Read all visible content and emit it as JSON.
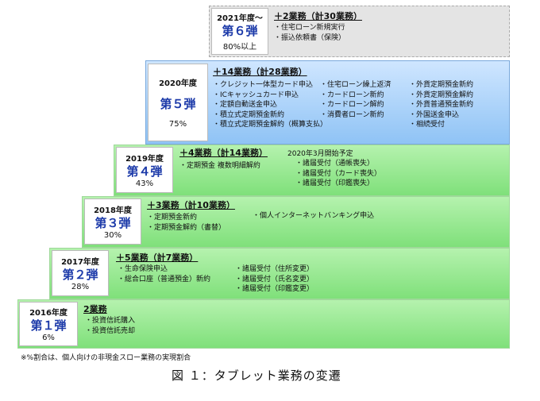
{
  "phases": [
    {
      "year": "2016年度",
      "phase": "第１弾",
      "percent": "6%",
      "title": "2業務",
      "cols": [
        [
          "・投資信託購入",
          "・投資信託売却"
        ]
      ]
    },
    {
      "year": "2017年度",
      "phase": "第２弾",
      "percent": "28%",
      "title": "＋5業務（計7業務）",
      "cols": [
        [
          "・生命保険申込",
          "・総合口座（普通預金）新約"
        ],
        [
          "・諸届受付（住所変更）",
          "・諸届受付（氏名変更）",
          "・諸届受付（印鑑変更）"
        ]
      ]
    },
    {
      "year": "2018年度",
      "phase": "第３弾",
      "percent": "30%",
      "title": "＋3業務（計10業務）",
      "cols": [
        [
          "・定期預金新約",
          "・定期預金解約（書替）"
        ],
        [
          "・個人インターネットバンキング申込"
        ]
      ]
    },
    {
      "year": "2019年度",
      "phase": "第４弾",
      "percent": "43%",
      "title": "＋4業務（計14業務）",
      "note": "2020年3月開始予定",
      "cols": [
        [
          "・定期預金 複数明細解約"
        ],
        [
          "・諸届受付（通帳喪失）",
          "・諸届受付（カード喪失）",
          "・諸届受付（印鑑喪失）"
        ]
      ]
    },
    {
      "year": "2020年度",
      "phase": "第５弾",
      "percent": "75%",
      "title": "＋14業務（計28業務）",
      "cols": [
        [
          "・クレジット一体型カード申込",
          "・ICキャッシュカード申込",
          "・定額自動送金申込",
          "・積立式定期預金新約",
          "・積立式定期預金解約（概算支払）"
        ],
        [
          "・住宅ローン繰上返済",
          "・カードローン新約",
          "・カードローン解約",
          "・消費者ローン新約"
        ],
        [
          "・外貨定期預金新約",
          "・外貨定期預金解約",
          "・外貨普通預金新約",
          "・外国送金申込",
          "・相続受付"
        ]
      ]
    },
    {
      "year": "2021年度～",
      "phase": "第６弾",
      "percent": "80%以上",
      "title": "＋2業務（計30業務）",
      "cols": [
        [
          "・住宅ローン新規実行",
          "・振込依頼書（保険）"
        ]
      ]
    }
  ],
  "footnote": "※%割合は、個人向けの非現金スロー業務の実現割合",
  "caption": "図 １：タブレット業務の変遷",
  "colors": {
    "green": "#7fe07a",
    "blue": "#8fc3f5",
    "gray": "#e4e4e4",
    "phase_text": "#1c3aa9"
  }
}
